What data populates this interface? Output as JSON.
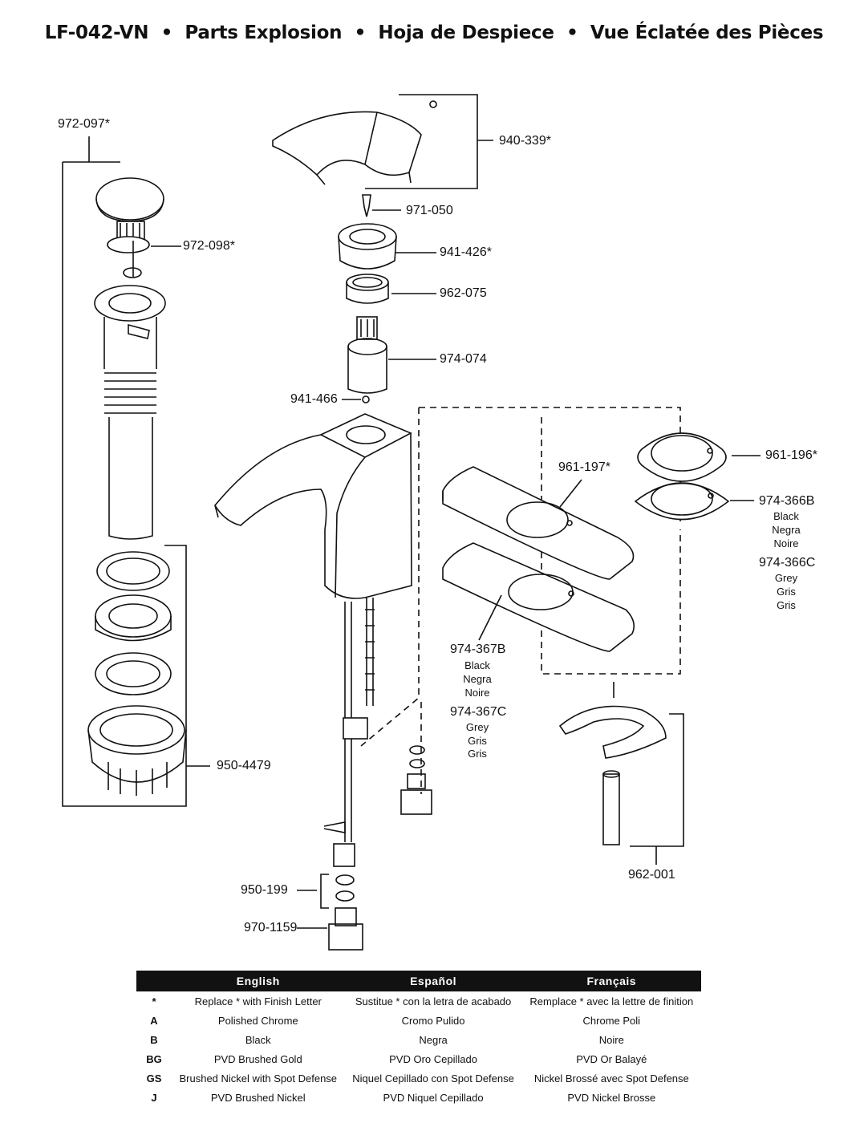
{
  "title": {
    "model": "LF-042-VN",
    "english": "Parts Explosion",
    "spanish": "Hoja de Despiece",
    "french": "Vue Éclatée des Pièces"
  },
  "parts": {
    "p972_097": "972-097*",
    "p972_098": "972-098*",
    "p940_339": "940-339*",
    "p971_050": "971-050",
    "p941_426": "941-426*",
    "p962_075": "962-075",
    "p974_074": "974-074",
    "p941_466": "941-466",
    "p961_196": "961-196*",
    "p961_197": "961-197*",
    "p974_366b": "974-366B",
    "p974_366c": "974-366C",
    "p974_367b": "974-367B",
    "p974_367c": "974-367C",
    "p950_4479": "950-4479",
    "p962_001": "962-001",
    "p950_199": "950-199",
    "p970_1159": "970-1159"
  },
  "finishes": {
    "black": [
      "Black",
      "Negra",
      "Noire"
    ],
    "grey": [
      "Grey",
      "Gris",
      "Gris"
    ]
  },
  "legend": {
    "headers": [
      "English",
      "Español",
      "Français"
    ],
    "rows": [
      {
        "code": "*",
        "en": "Replace * with Finish Letter",
        "es": "Sustitue * con la letra de acabado",
        "fr": "Remplace * avec la lettre de finition"
      },
      {
        "code": "A",
        "en": "Polished Chrome",
        "es": "Cromo Pulido",
        "fr": "Chrome Poli"
      },
      {
        "code": "B",
        "en": "Black",
        "es": "Negra",
        "fr": "Noire"
      },
      {
        "code": "BG",
        "en": "PVD Brushed Gold",
        "es": "PVD Oro Cepillado",
        "fr": "PVD Or Balayé"
      },
      {
        "code": "GS",
        "en": "Brushed Nickel with Spot Defense",
        "es": "Niquel Cepillado con Spot Defense",
        "fr": "Nickel Brossé avec Spot Defense"
      },
      {
        "code": "J",
        "en": "PVD Brushed Nickel",
        "es": "PVD Niquel Cepillado",
        "fr": "PVD Nickel Brosse"
      }
    ]
  }
}
